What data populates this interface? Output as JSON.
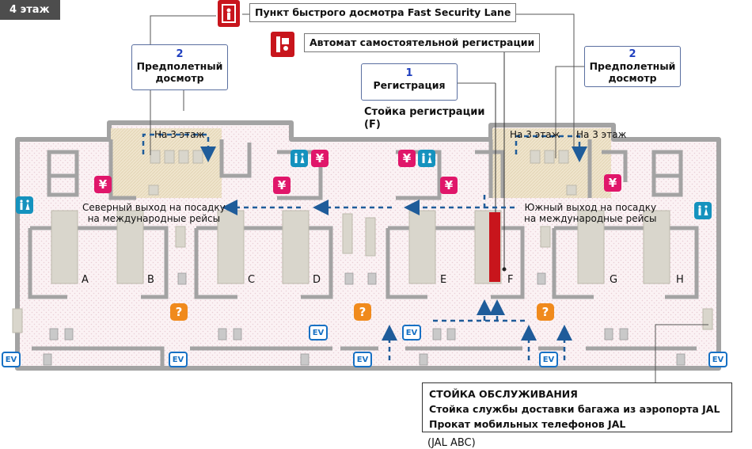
{
  "floor_label": "4 этаж",
  "fast_security_lane": "Пункт быстрого досмотра Fast Security Lane",
  "self_checkin_kiosk": "Автомат самостоятельной регистрации",
  "checkin_callout": {
    "number": "1",
    "label": "Регистрация"
  },
  "security_left": {
    "number": "2",
    "line1": "Предполетный",
    "line2": "досмотр"
  },
  "security_right": {
    "number": "2",
    "line1": "Предполетный",
    "line2": "досмотр"
  },
  "checkin_counter_label": {
    "line1": "Стойка регистрации",
    "line2": "(F)"
  },
  "to_3rd_floor": "На 3 этаж",
  "north_exit": {
    "line1": "Северный выход на посадку",
    "line2": "на международные рейсы"
  },
  "south_exit": {
    "line1": "Южный выход на посадку",
    "line2": "на международные рейсы"
  },
  "counters": [
    "A",
    "B",
    "C",
    "D",
    "E",
    "F",
    "G",
    "H"
  ],
  "icons": {
    "yen": "¥",
    "info": "?",
    "ev": "EV"
  },
  "service": {
    "title": "СТОЙКА ОБСЛУЖИВАНИЯ",
    "line1": "Стойка службы доставки багажа из аэропорта JAL",
    "line2": "Прокат мобильных телефонов JAL",
    "footer": "(JAL ABC)"
  },
  "colors": {
    "wall": "#a3a3a3",
    "floor": "#f8eef0",
    "counter": "#d9d6cc",
    "accent_red": "#c8151c",
    "arrow": "#1f5c9a",
    "yen": "#e0166a",
    "wc": "#1592be",
    "info": "#f08a1c",
    "ev": "#1670c4"
  }
}
